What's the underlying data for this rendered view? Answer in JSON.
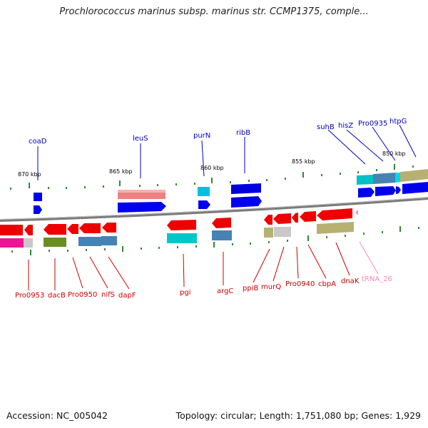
{
  "title": "Prochlorococcus marinus subsp. marinus str. CCMP1375, comple...",
  "footer": {
    "accession": "Accession: NC_005042",
    "topology": "Topology: circular; Length: 1,751,080 bp; Genes: 1,929"
  },
  "colors": {
    "backbone": "#8a8a8a",
    "top_labels": "#0000bb",
    "bottom_labels": "#cc0000",
    "trna_label": "#ff88bb",
    "ticks": "#2e8b2e",
    "forward_gene": "#0000ff",
    "reverse_gene": "#ff0000"
  },
  "scale_labels": [
    "870 kbp",
    "865 kbp",
    "860 kbp",
    "855 kbp",
    "850 kbp"
  ],
  "top_gene_labels": [
    "coaD",
    "leuS",
    "purN",
    "ribB",
    "suhB",
    "hisZ",
    "Pro0935",
    "htpG"
  ],
  "bottom_gene_labels": [
    "Pro0953",
    "dacB",
    "Pro0950",
    "nifS",
    "dapF",
    "pgi",
    "argC",
    "ppiB",
    "murQ",
    "Pro0940",
    "cbpA",
    "dnaK"
  ],
  "trna_label": "tRNA_26"
}
